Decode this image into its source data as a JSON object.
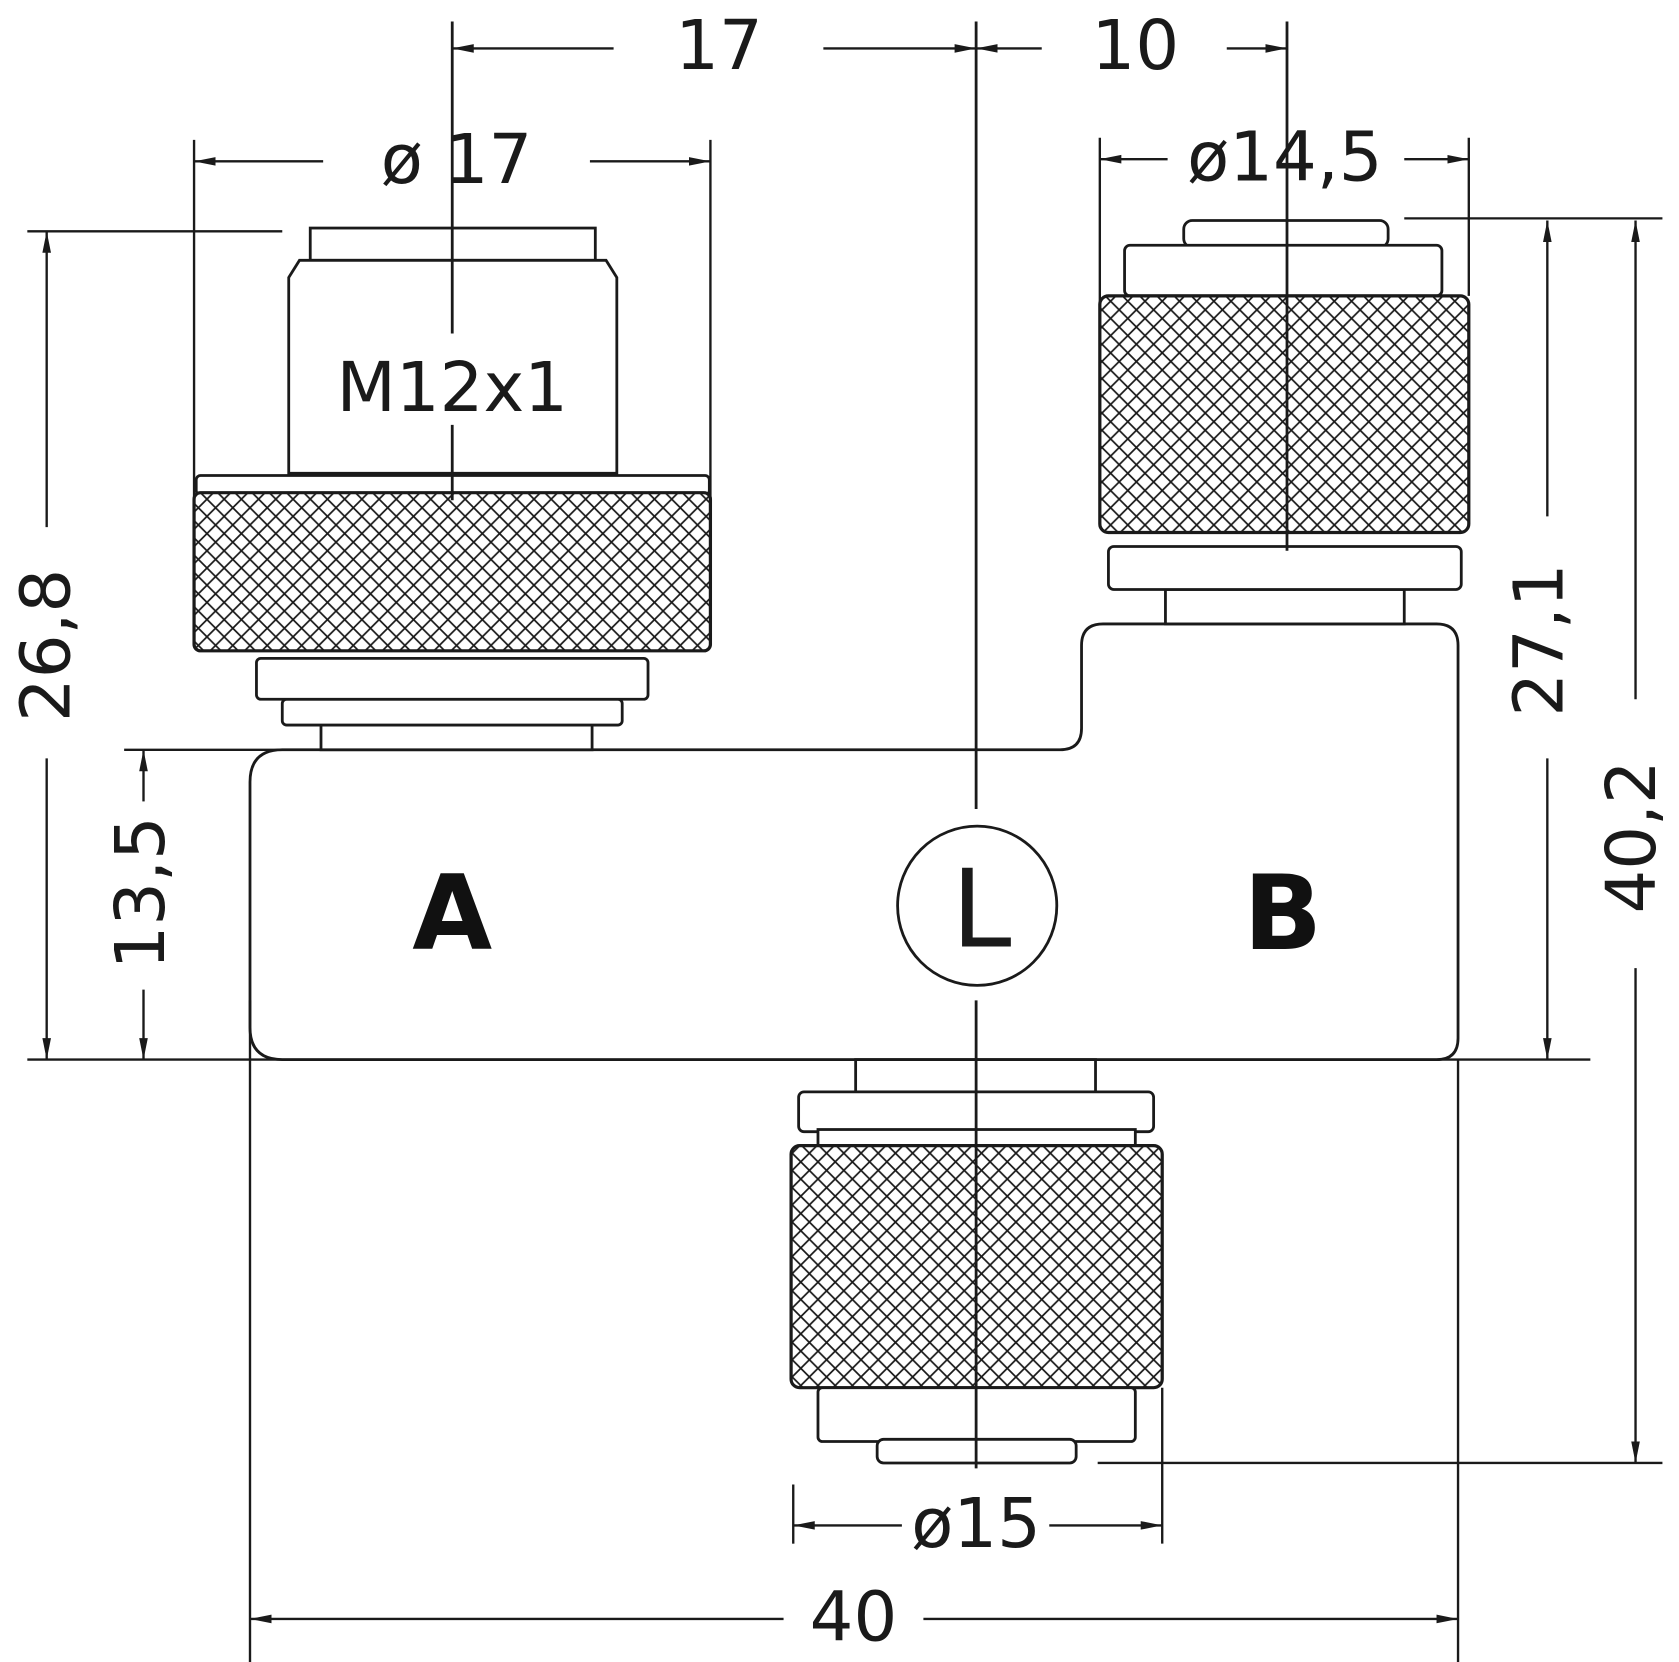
{
  "drawing": {
    "port_labels": {
      "a": "A",
      "l": "L",
      "b": "B"
    },
    "thread_label": "M12x1",
    "dimensions": {
      "top_offset_left": "17",
      "top_offset_right": "10",
      "dia_port_a": "ø 17",
      "dia_port_b": "ø14,5",
      "dia_port_l": "ø15",
      "height_a": "26,8",
      "body_height": "13,5",
      "height_b": "27,1",
      "total_height": "40,2",
      "total_width": "40"
    }
  }
}
